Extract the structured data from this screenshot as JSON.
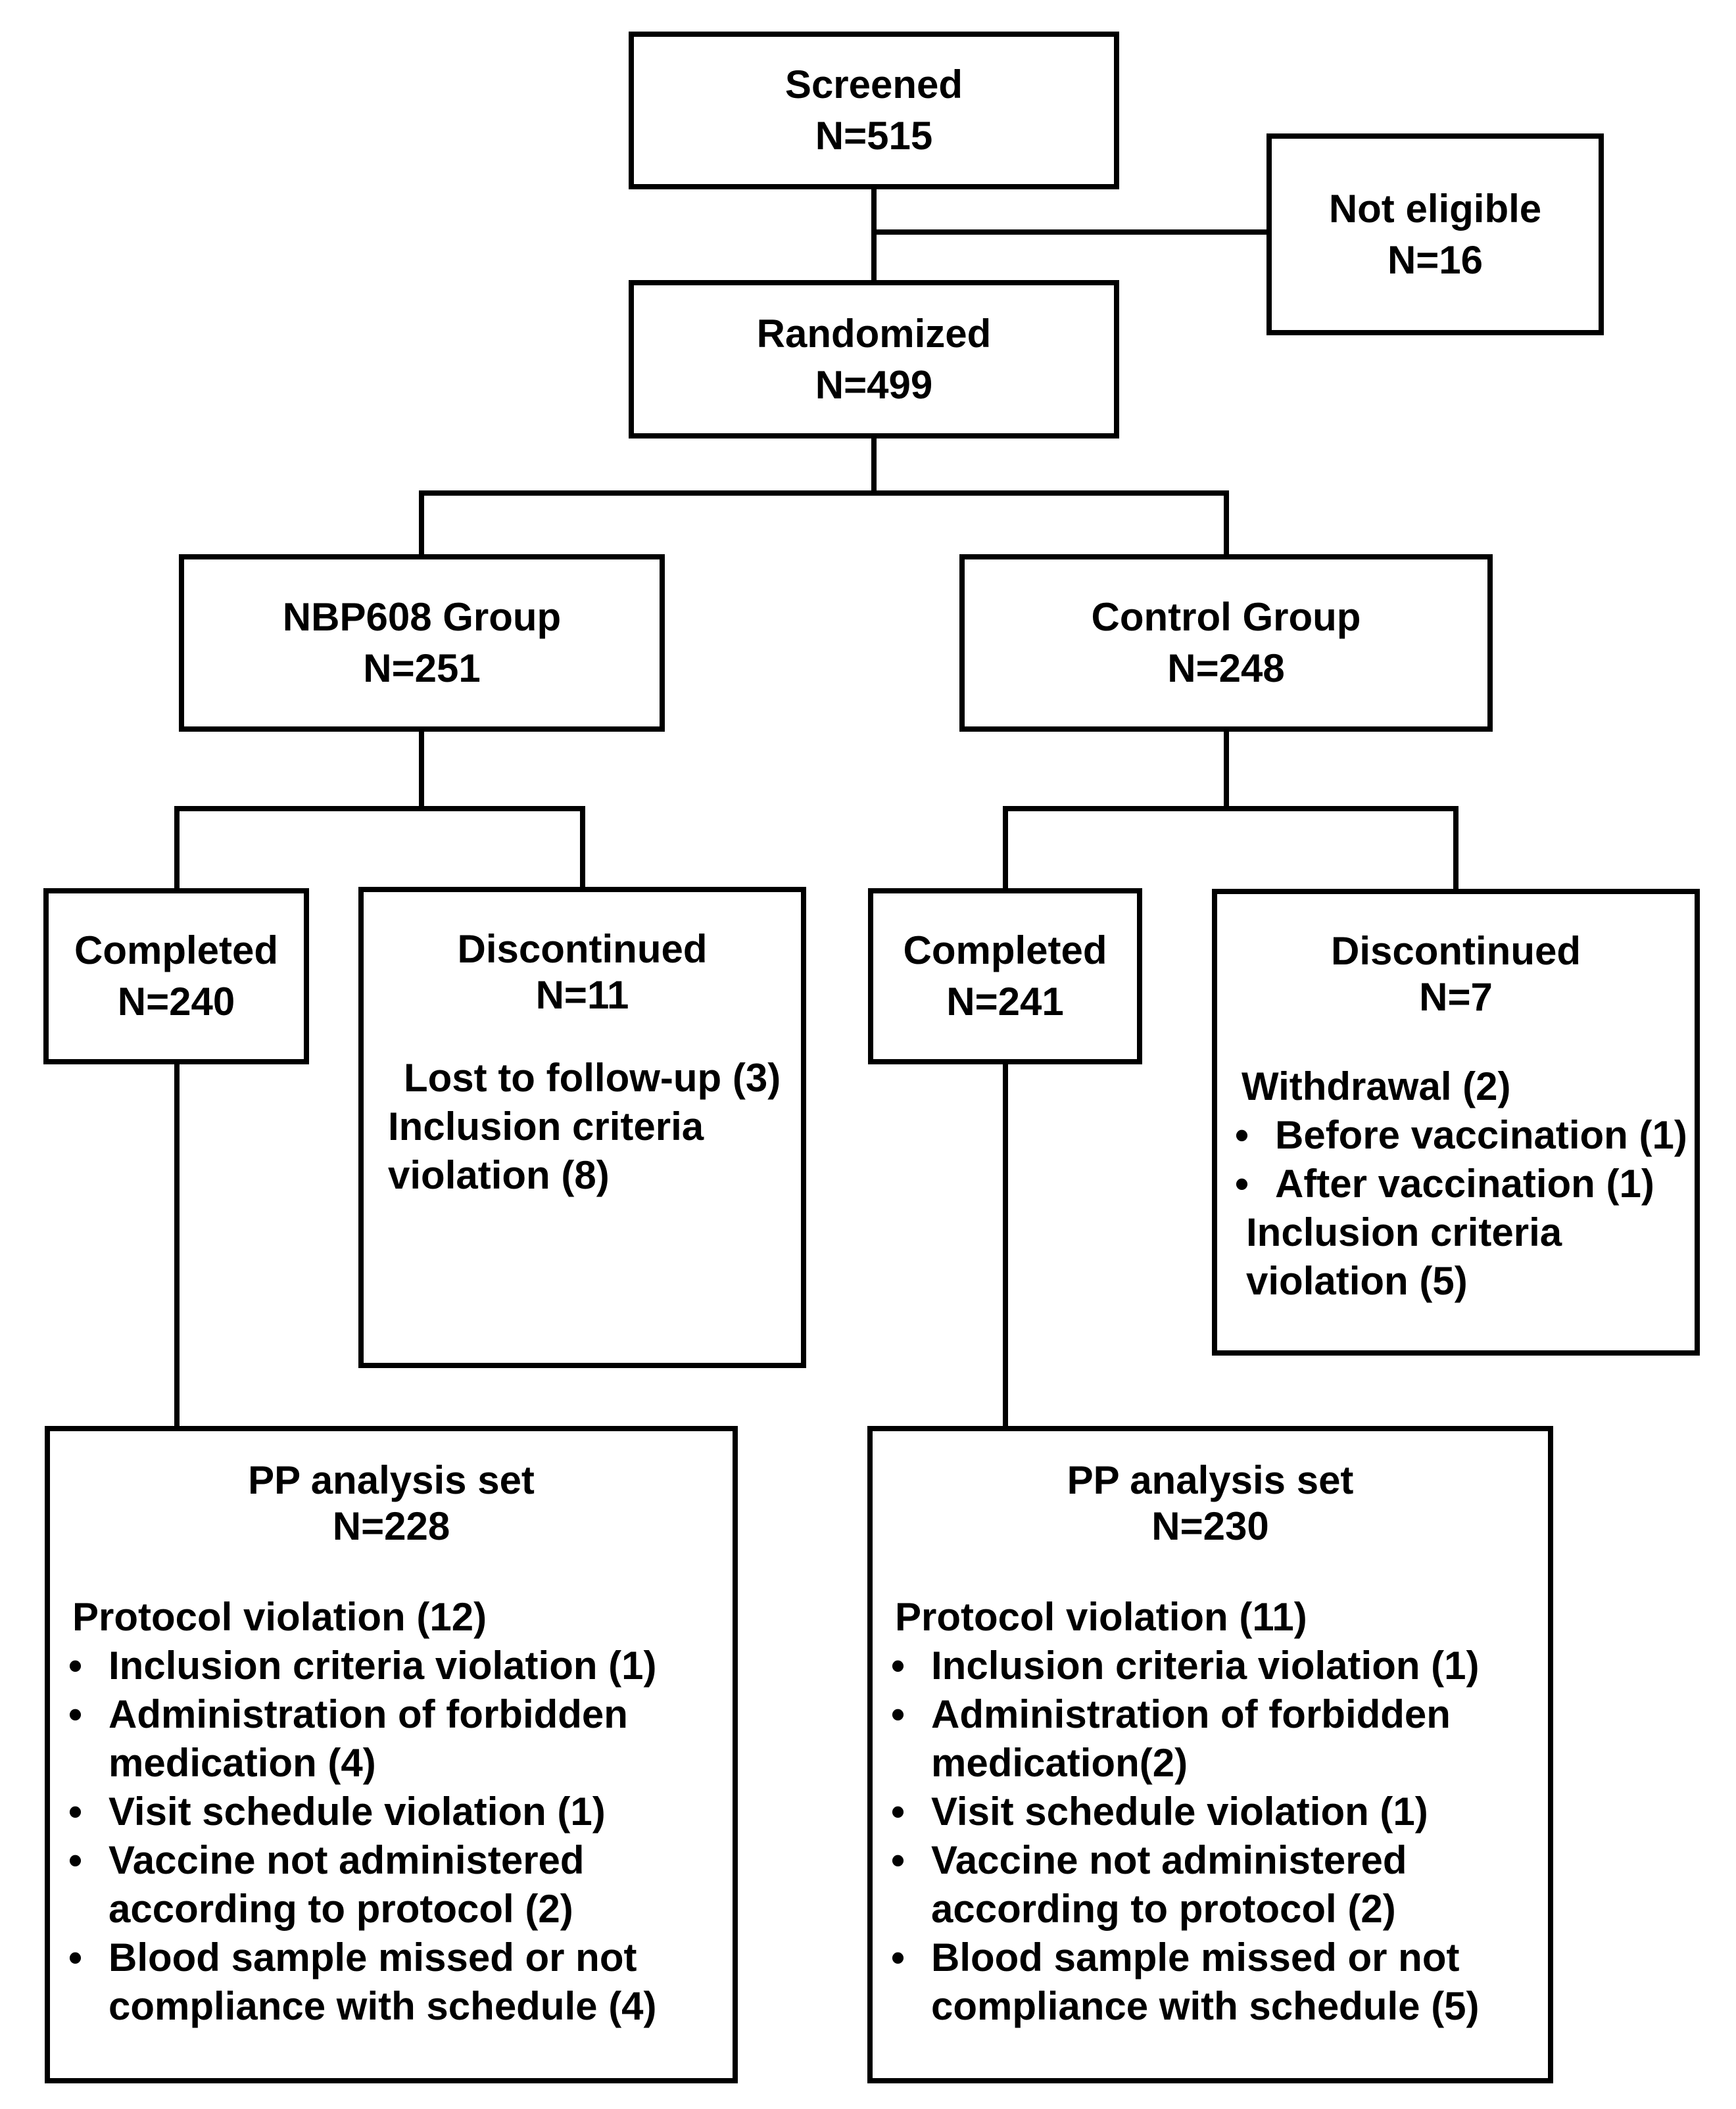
{
  "colors": {
    "background": "#ffffff",
    "border": "#000000",
    "text": "#000000"
  },
  "bullet_glyph": "•",
  "boxes": {
    "screened": {
      "title": "Screened",
      "n": "N=515"
    },
    "not_eligible": {
      "title": "Not eligible",
      "n": "N=16"
    },
    "randomized": {
      "title": "Randomized",
      "n": "N=499"
    },
    "nbp608_group": {
      "title": "NBP608 Group",
      "n": "N=251"
    },
    "control_group": {
      "title": "Control Group",
      "n": "N=248"
    },
    "completed_nbp608": {
      "title": "Completed",
      "n": "N=240"
    },
    "discontinued_nbp608": {
      "title": "Discontinued",
      "n": "N=11",
      "line1": "Lost to follow-up (3)",
      "line2": "Inclusion criteria violation (8)"
    },
    "completed_control": {
      "title": "Completed",
      "n": "N=241"
    },
    "discontinued_control": {
      "title": "Discontinued",
      "n": "N=7",
      "heading": "Withdrawal (2)",
      "bullets": [
        "Before vaccination (1)",
        "After vaccination (1)"
      ],
      "footer": "Inclusion criteria violation (5)"
    },
    "pp_nbp608": {
      "title": "PP analysis set",
      "n": "N=228",
      "heading": "Protocol violation (12)",
      "bullets": [
        "Inclusion criteria violation (1)",
        "Administration of forbidden medication (4)",
        "Visit schedule violation (1)",
        "Vaccine not administered according to protocol (2)",
        "Blood sample missed or not compliance with schedule (4)"
      ]
    },
    "pp_control": {
      "title": "PP analysis set",
      "n": "N=230",
      "heading": "Protocol violation (11)",
      "bullets": [
        "Inclusion criteria violation (1)",
        "Administration of forbidden medication(2)",
        "Visit schedule violation (1)",
        "Vaccine not administered according to protocol (2)",
        "Blood sample missed or not compliance with schedule (5)"
      ]
    }
  }
}
